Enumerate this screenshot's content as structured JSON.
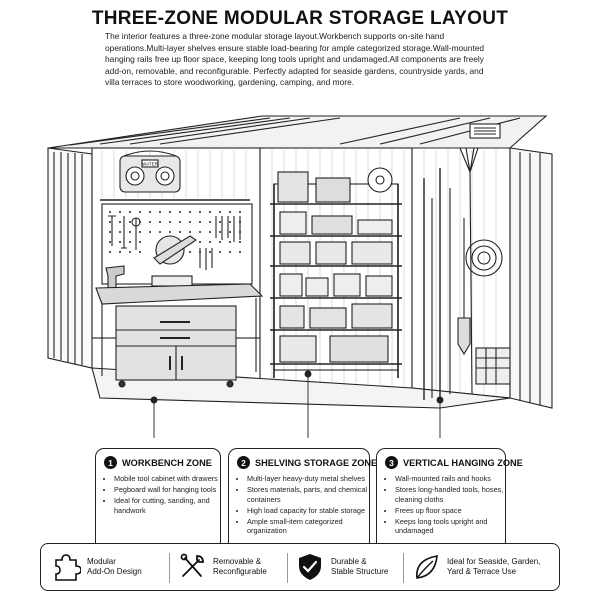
{
  "title": "THREE-ZONE MODULAR STORAGE LAYOUT",
  "intro": "The interior features a three-zone modular storage layout.Workbench supports on-site hand operations.Multi-layer shelves ensure stable load-bearing for ample categorized storage.Wall-mounted hanging rails free up floor space, keeping long tools upright and undamaged.All components are freely add-on, removable, and reconfigurable. Perfectly adapted for seaside gardens, countryside yards, and villa terraces to store woodworking, gardening, camping, and more.",
  "radio_label": "WATER",
  "zones": [
    {
      "number": "1",
      "title": "WORKBENCH ZONE",
      "items": [
        "Mobile tool cabinet with drawers",
        "Pegboard wall for hanging tools",
        "Ideal for cutting, sanding, and handwork"
      ]
    },
    {
      "number": "2",
      "title": "SHELVING STORAGE ZONE",
      "items": [
        "Multi-layer heavy-duty metal shelves",
        "Stores materials, parts, and chemical containers",
        "High load capacity for stable storage",
        "Ample small-item categorized organization"
      ]
    },
    {
      "number": "3",
      "title": "VERTICAL HANGING ZONE",
      "items": [
        "Wall-mounted rails and hooks",
        "Stores long-handled tools, hoses, cleaning cloths",
        "Frees up floor space",
        "Keeps long tools upright and undamaged"
      ]
    }
  ],
  "features": [
    {
      "icon": "puzzle-icon",
      "line1": "Modular",
      "line2": "Add-On Design"
    },
    {
      "icon": "tools-icon",
      "line1": "Removable &",
      "line2": "Reconfigurable"
    },
    {
      "icon": "shield-check-icon",
      "line1": "Durable &",
      "line2": "Stable Structure"
    },
    {
      "icon": "leaf-icon",
      "line1": "Ideal for Seaside, Garden,",
      "line2": "Yard & Terrace Use"
    }
  ]
}
